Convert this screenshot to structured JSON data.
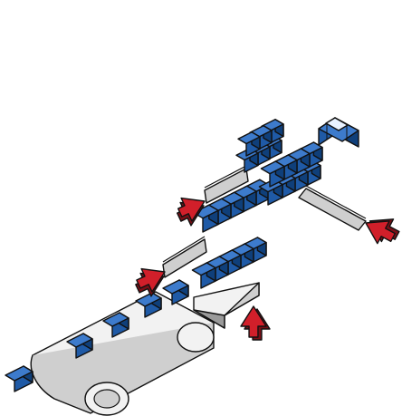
{
  "diagram": {
    "kind": "packaging-line-illustration",
    "colors": {
      "block_front": "#1f5aa6",
      "block_top": "#3d7bcc",
      "block_side": "#0f3f7a",
      "outline": "#111111",
      "arrow_fill": "#d11f2a",
      "arrow_shadow": "#7a0f16",
      "metal_light": "#f2f2f2",
      "metal_mid": "#cfcfcf",
      "metal_dark": "#9a9a9a",
      "highlight": "#e9f2ff"
    },
    "icons": [
      "conveyor-belt",
      "single-box",
      "box-row-of-five",
      "box-stack",
      "push-arrow",
      "finished-cube"
    ],
    "counts": {
      "boxes_on_belt": 5,
      "boxes_per_row": 5,
      "push_arrows": 4
    }
  }
}
